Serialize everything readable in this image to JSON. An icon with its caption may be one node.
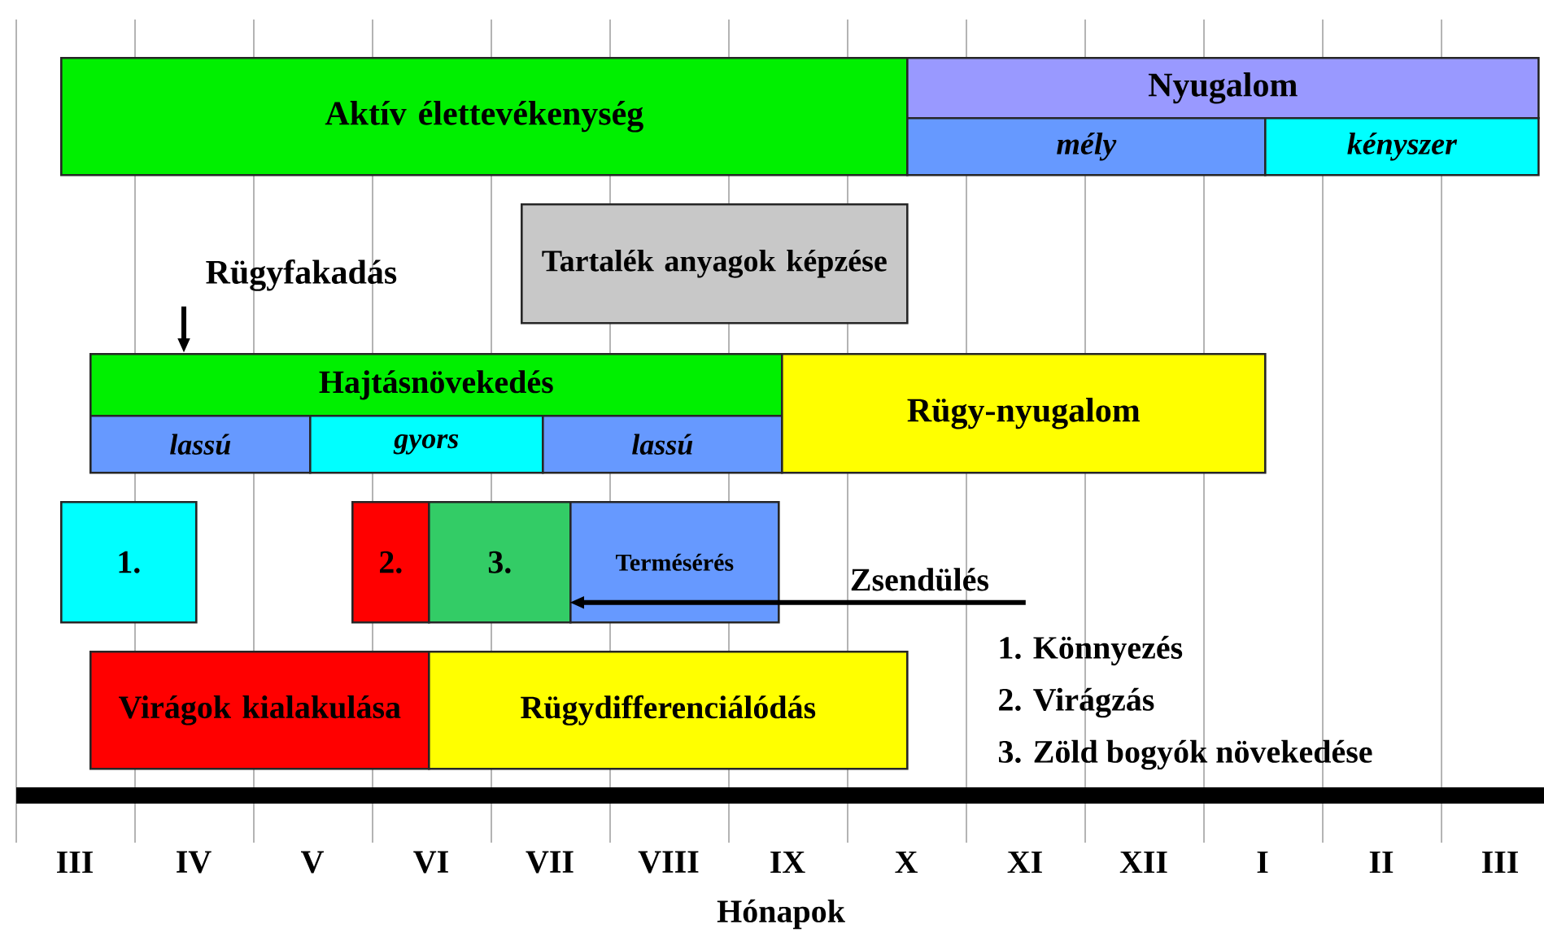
{
  "diagram": {
    "nodes": [
      {
        "text": [
          "Aktív élettevékenység"
        ]
      },
      {
        "text": [
          "Nyugalom"
        ]
      },
      {
        "text": [
          "mély"
        ]
      },
      {
        "text": [
          "kényszer"
        ]
      },
      {
        "text": [
          "Tartalék anyagok képzése"
        ]
      },
      {
        "text": [
          "Rügyfakadás"
        ]
      },
      {
        "text": [
          "Hajtásnövekedés"
        ]
      },
      {
        "text": [
          "lassú"
        ]
      },
      {
        "text": [
          "gyors"
        ]
      },
      {
        "text": [
          "lassú"
        ]
      },
      {
        "text": [
          "Rügy-nyugalom"
        ]
      },
      {
        "text": [
          "1."
        ]
      },
      {
        "text": [
          "2."
        ]
      },
      {
        "text": [
          "3."
        ]
      },
      {
        "text": [
          "Termésérés"
        ]
      },
      {
        "text": [
          "Zsendülés"
        ]
      },
      {
        "text": [
          "Virágok kialakulása"
        ]
      },
      {
        "text": [
          "Rügydifferenciálódás"
        ]
      }
    ],
    "edges": [
      {
        "from": 5,
        "to": 6,
        "arrow": "to"
      },
      {
        "from": 15,
        "to": 14,
        "arrow": "to"
      }
    ],
    "labels": [
      "1. Könnyezés",
      "2. Virágzás",
      "3. Zöld bogyók növekedése",
      "III",
      "IV",
      "V",
      "VI",
      "VII",
      "VIII",
      "IX",
      "X",
      "XI",
      "XII",
      "I",
      "II",
      "III",
      "Hónapok"
    ]
  }
}
